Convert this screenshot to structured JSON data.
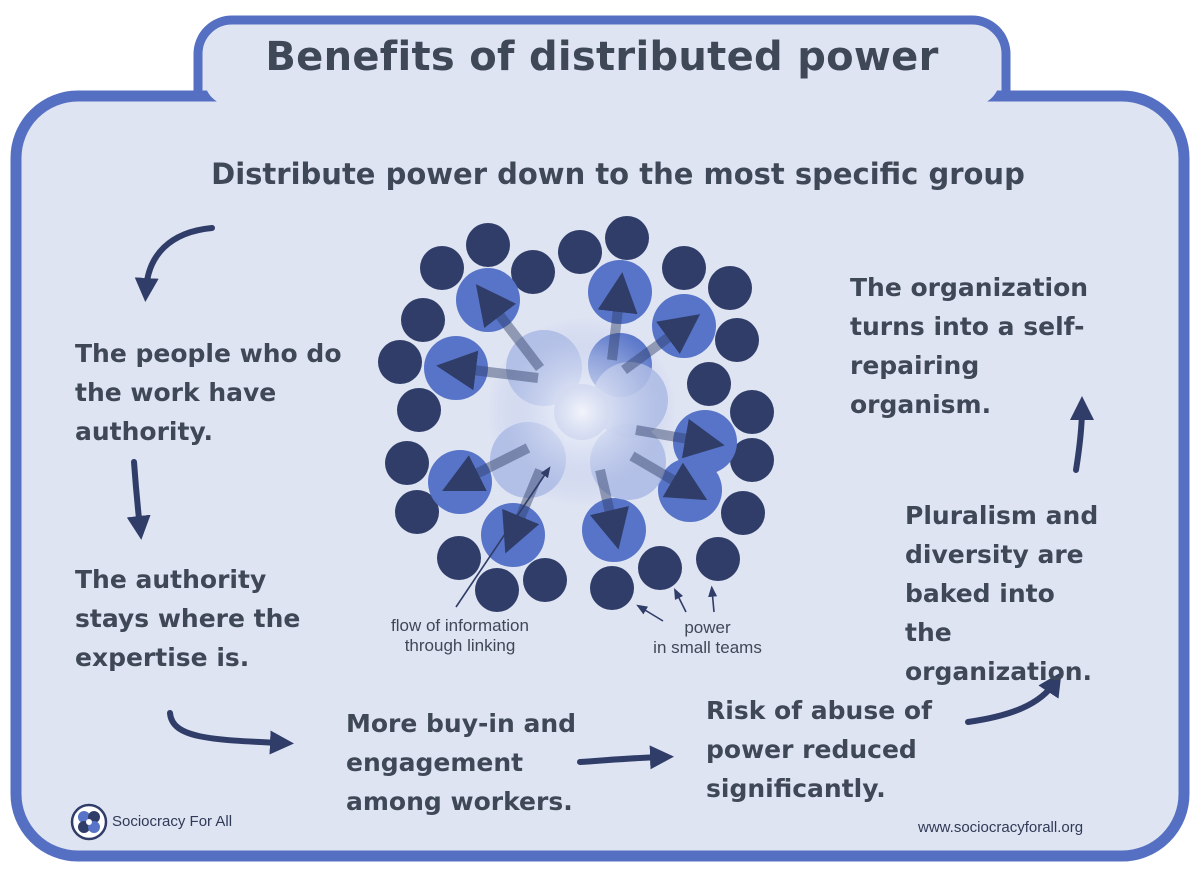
{
  "title": "Benefits of distributed power",
  "subtitle": "Distribute power down to the most specific group",
  "statements": {
    "people_authority": "The people who do the work have authority.",
    "authority_expertise": "The authority stays where the expertise is.",
    "buy_in": "More buy-in and engagement among workers.",
    "risk_abuse": "Risk of abuse of power reduced significantly.",
    "pluralism": "Pluralism and diversity are baked into the organization.",
    "self_repairing": "The organization turns into a self-repairing organism."
  },
  "annotations": {
    "flow_line1": "flow of information",
    "flow_line2": "through linking",
    "power_line1": "power",
    "power_line2": "in small teams"
  },
  "footer": {
    "brand": "Sociocracy For All",
    "url": "www.sociocracyforall.org"
  },
  "colors": {
    "frame_border": "#5570c2",
    "frame_fill": "#dfe4f3",
    "dark_circle": "#2f3d68",
    "mid_circle": "#5774c8",
    "light_circle": "#aab8e3",
    "arrow": "#2f3d68",
    "text": "#3f4857"
  },
  "icons": {
    "logo": "sociocracy-logo-icon",
    "flow_arrow": "curved-arrow-icon"
  }
}
